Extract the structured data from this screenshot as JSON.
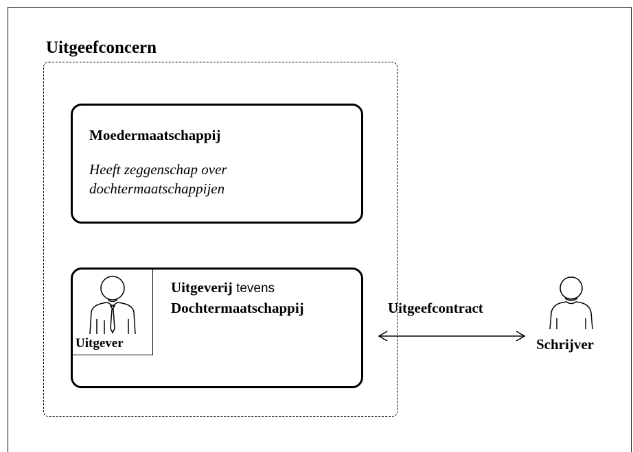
{
  "concern": {
    "title": "Uitgeefconcern"
  },
  "parent": {
    "title": "Moedermaatschappij",
    "desc_line1": "Heeft zeggenschap over",
    "desc_line2": "dochtermaatschappijen"
  },
  "subsidiary": {
    "line1_bold": "Uitgeverij",
    "line1_rest": " tevens",
    "line2": "Dochtermaatschappij",
    "publisher_label": "Uitgever"
  },
  "contract": {
    "label": "Uitgeefcontract"
  },
  "writer": {
    "label": "Schrijver"
  },
  "icons": {
    "publisher_figure": "person-with-tie-icon",
    "writer_figure": "person-icon",
    "arrow": "double-arrow-icon"
  }
}
